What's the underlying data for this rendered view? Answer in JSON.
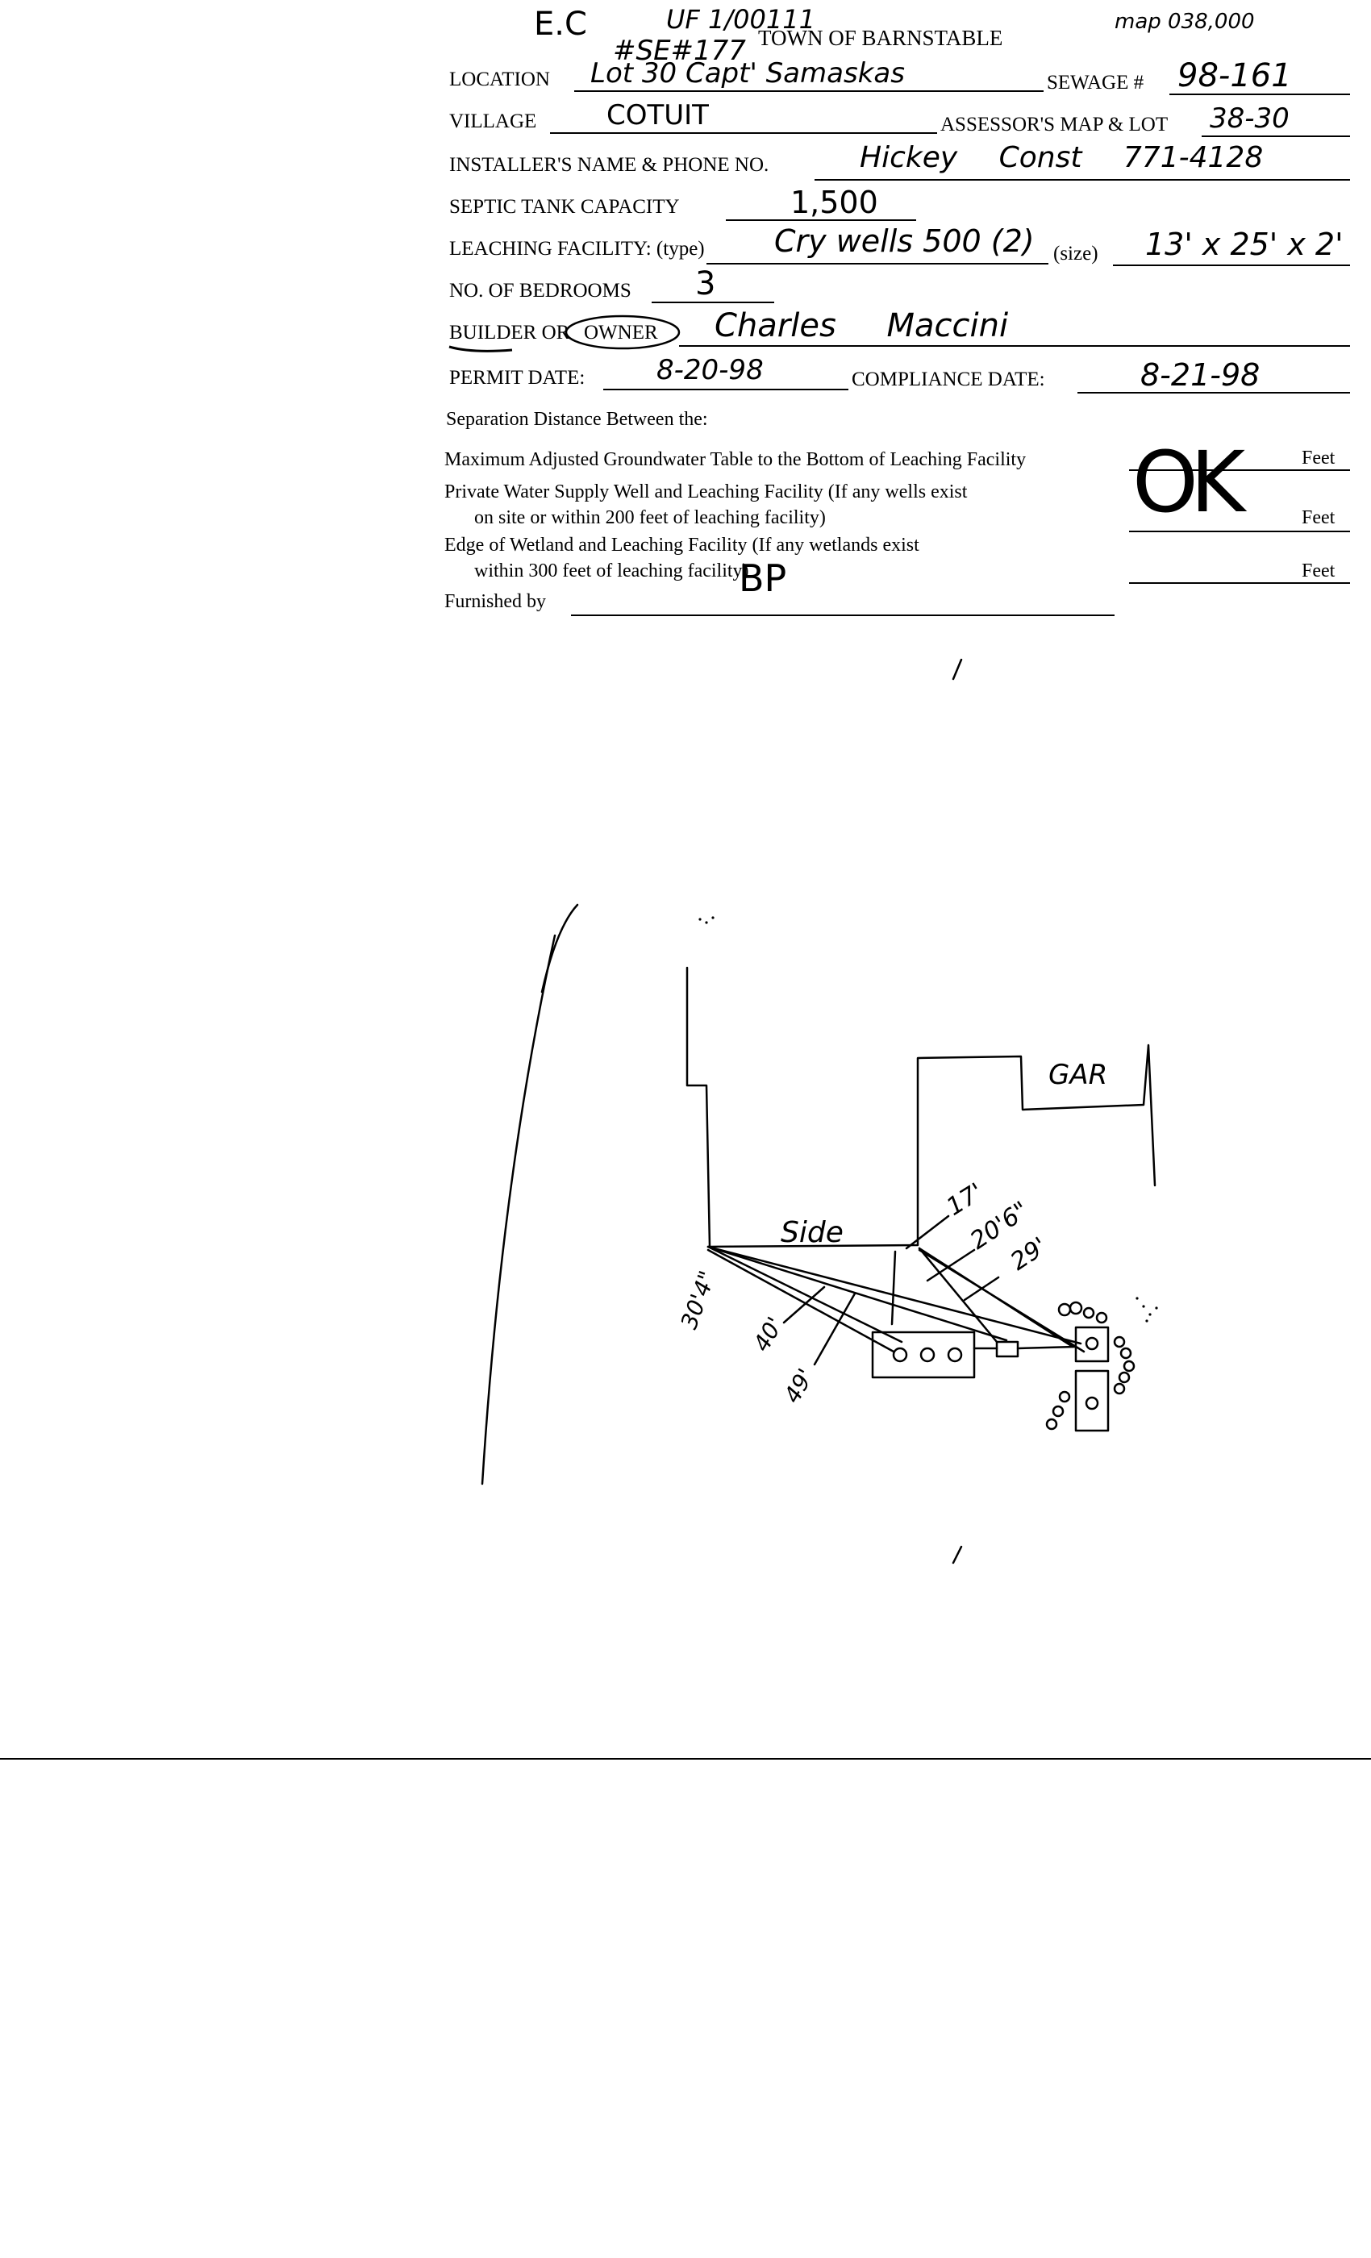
{
  "header": {
    "annotation_left": "E.C",
    "annotation_mid": "UF 1/00111",
    "annotation_sub": "#SE#177",
    "title": "TOWN OF BARNSTABLE",
    "annotation_right": "map 038,000"
  },
  "fields": {
    "location_label": "LOCATION",
    "location_value": "Lot 30 Capt' Samaskas",
    "sewage_label": "SEWAGE #",
    "sewage_value": "98-161",
    "village_label": "VILLAGE",
    "village_value": "COTUIT",
    "assessor_label": "ASSESSOR'S MAP & LOT",
    "assessor_value": "38-30",
    "installer_label": "INSTALLER'S NAME & PHONE NO.",
    "installer_value": "Hickey Const 771-4128",
    "tank_label": "SEPTIC TANK CAPACITY",
    "tank_value": "1,500",
    "leaching_label": "LEACHING FACILITY: (type)",
    "leaching_type_value": "Cry wells 500 (2)",
    "size_label": "(size)",
    "size_value": "13' x 25' x 2'",
    "bedrooms_label": "NO. OF BEDROOMS",
    "bedrooms_value": "3",
    "builder_label": "BUILDER OR",
    "owner_label": "OWNER",
    "owner_value": "Charles Maccini",
    "permit_label": "PERMIT DATE:",
    "permit_value": "8-20-98",
    "compliance_label": "COMPLIANCE DATE:",
    "compliance_value": "8-21-98"
  },
  "separation": {
    "heading": "Separation Distance Between the:",
    "row1": "Maximum Adjusted Groundwater Table to the Bottom of Leaching Facility",
    "row2_line1": "Private Water Supply Well and Leaching Facility  (If any wells exist",
    "row2_line2": "on site or within 200 feet of leaching facility)",
    "row3_line1": "Edge of Wetland and Leaching Facility (If any wetlands exist",
    "row3_line2": "within 300 feet of leaching facility)",
    "unit": "Feet",
    "ok_mark": "OK",
    "furnished_label": "Furnished by",
    "furnished_value": "BP"
  },
  "sketch": {
    "label_side": "Side",
    "label_gar": "GAR",
    "dim_17": "17'",
    "dim_20_6": "20'6\"",
    "dim_29": "29'",
    "dim_30_4": "30'4\"",
    "dim_40": "40'",
    "dim_49": "49'"
  }
}
